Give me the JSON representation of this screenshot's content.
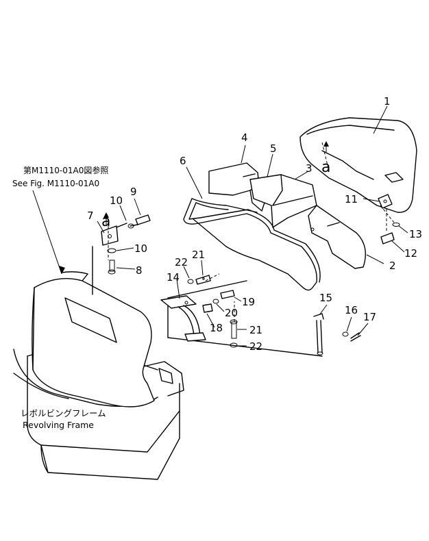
{
  "reference": {
    "japanese": "第M1110-01A0図参照",
    "english": "See Fig. M1110-01A0"
  },
  "frame_caption": {
    "japanese": "レボルビングフレーム",
    "english": "Revolving Frame"
  },
  "callout_letter": "a",
  "part_numbers": {
    "p1": "1",
    "p2": "2",
    "p3": "3",
    "p4": "4",
    "p5": "5",
    "p6": "6",
    "p7": "7",
    "p8": "8",
    "p9": "9",
    "p10a": "10",
    "p10b": "10",
    "p11": "11",
    "p12": "12",
    "p13": "13",
    "p14": "14",
    "p15": "15",
    "p16": "16",
    "p17": "17",
    "p18": "18",
    "p19": "19",
    "p20": "20",
    "p21a": "21",
    "p21b": "21",
    "p22a": "22",
    "p22b": "22"
  }
}
